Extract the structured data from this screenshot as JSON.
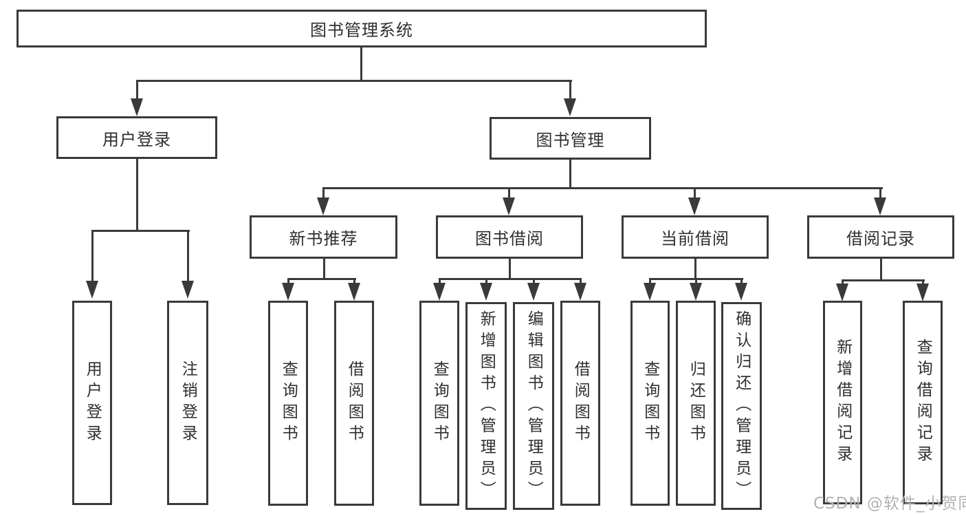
{
  "colors": {
    "line": "#3a3a3a",
    "text": "#2f2f2f",
    "box_background": "#ffffff",
    "page_background": "#ffffff",
    "watermark": "#b2b2b2"
  },
  "tree": {
    "label": "图书管理系统",
    "children": [
      {
        "label": "用户登录",
        "children": [
          {
            "label": "用户登录"
          },
          {
            "label": "注销登录"
          }
        ]
      },
      {
        "label": "图书管理",
        "children": [
          {
            "label": "新书推荐",
            "children": [
              {
                "label": "查询图书"
              },
              {
                "label": "借阅图书"
              }
            ]
          },
          {
            "label": "图书借阅",
            "children": [
              {
                "label": "查询图书"
              },
              {
                "label": "新增图书（管理员）"
              },
              {
                "label": "编辑图书（管理员）"
              },
              {
                "label": "借阅图书"
              }
            ]
          },
          {
            "label": "当前借阅",
            "children": [
              {
                "label": "查询图书"
              },
              {
                "label": "归还图书"
              },
              {
                "label": "确认归还（管理员）"
              }
            ]
          },
          {
            "label": "借阅记录",
            "children": [
              {
                "label": "新增借阅记录"
              },
              {
                "label": "查询借阅记录"
              }
            ]
          }
        ]
      }
    ]
  },
  "watermark": {
    "text": "CSDN @软件_小贺同学"
  }
}
